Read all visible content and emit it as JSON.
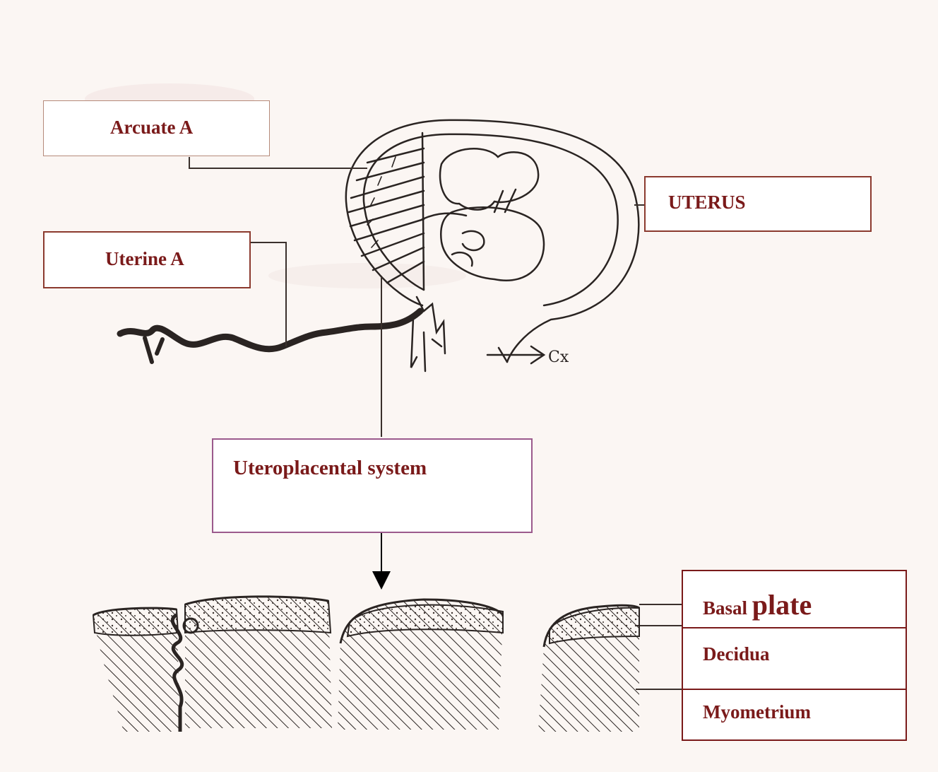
{
  "labels": {
    "arcuate": "Arcuate A",
    "uterine": "Uterine A",
    "uterus": "UTERUS",
    "uteroplacental": "Uteroplacental system"
  },
  "layers": {
    "basal_small": "Basal",
    "basal_large": "plate",
    "decidua": "Decidua",
    "myometrium": "Myometrium"
  },
  "sketch_annotation": "Cx",
  "colors": {
    "label_text": "#7a1a1a",
    "label_border": "#8b3a2e",
    "system_border": "#9b5a8c",
    "sketch_ink": "#2a2422",
    "background": "#fbf6f3"
  }
}
